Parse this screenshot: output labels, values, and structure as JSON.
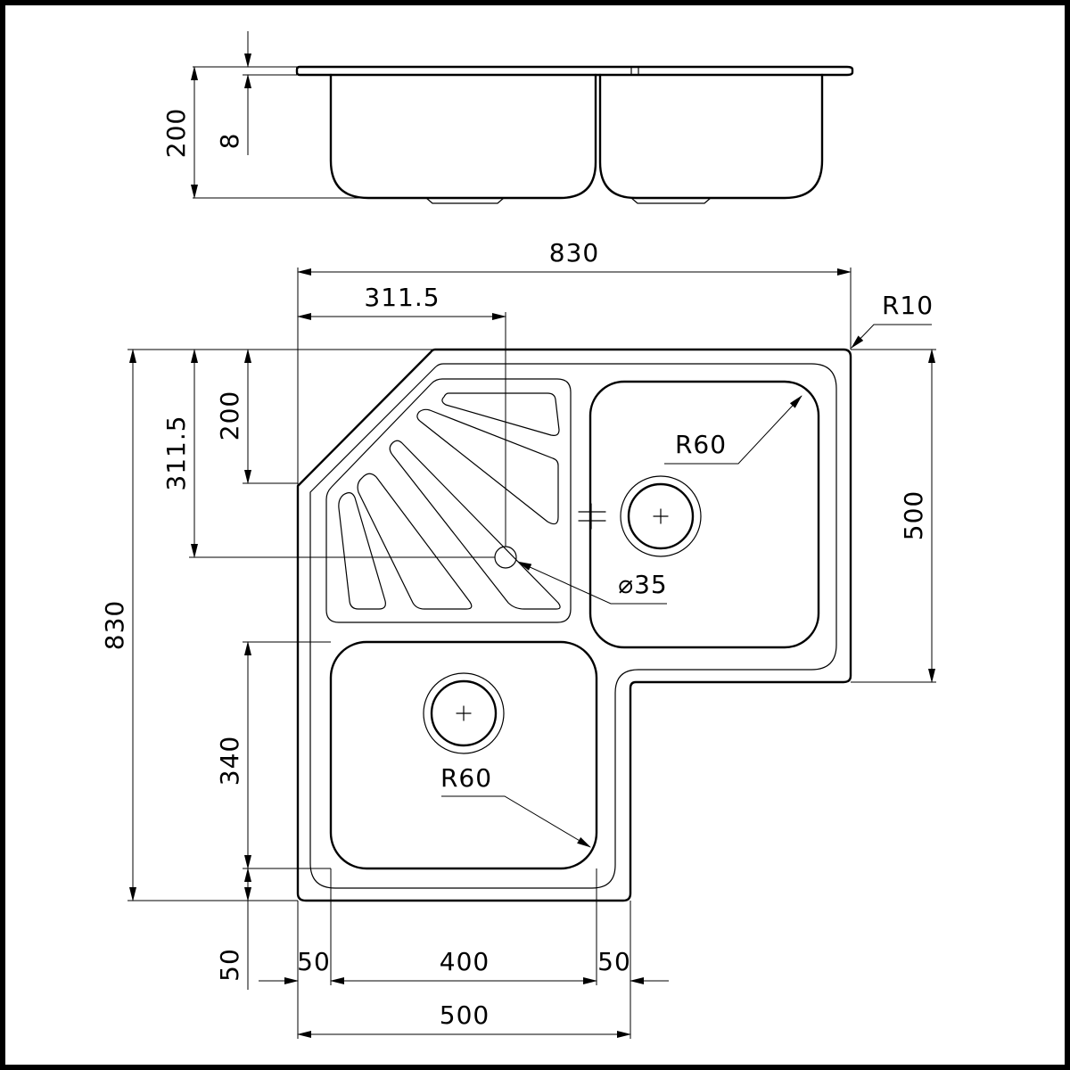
{
  "dimensions": {
    "side_height_total": "200",
    "side_rim": "8",
    "overall_width": "830",
    "drain_x": "311.5",
    "corner_radius_outer": "R10",
    "overall_height": "830",
    "drain_y": "311.5",
    "chamfer_height": "200",
    "right_bowl_radius": "R60",
    "drain_diameter": "⌀35",
    "right_section_height": "500",
    "left_bowl_height": "340",
    "left_bowl_radius": "R60",
    "bottom_margin": "50",
    "left_margin": "50",
    "left_bowl_width": "400",
    "right_margin": "50",
    "left_section_width": "500"
  }
}
